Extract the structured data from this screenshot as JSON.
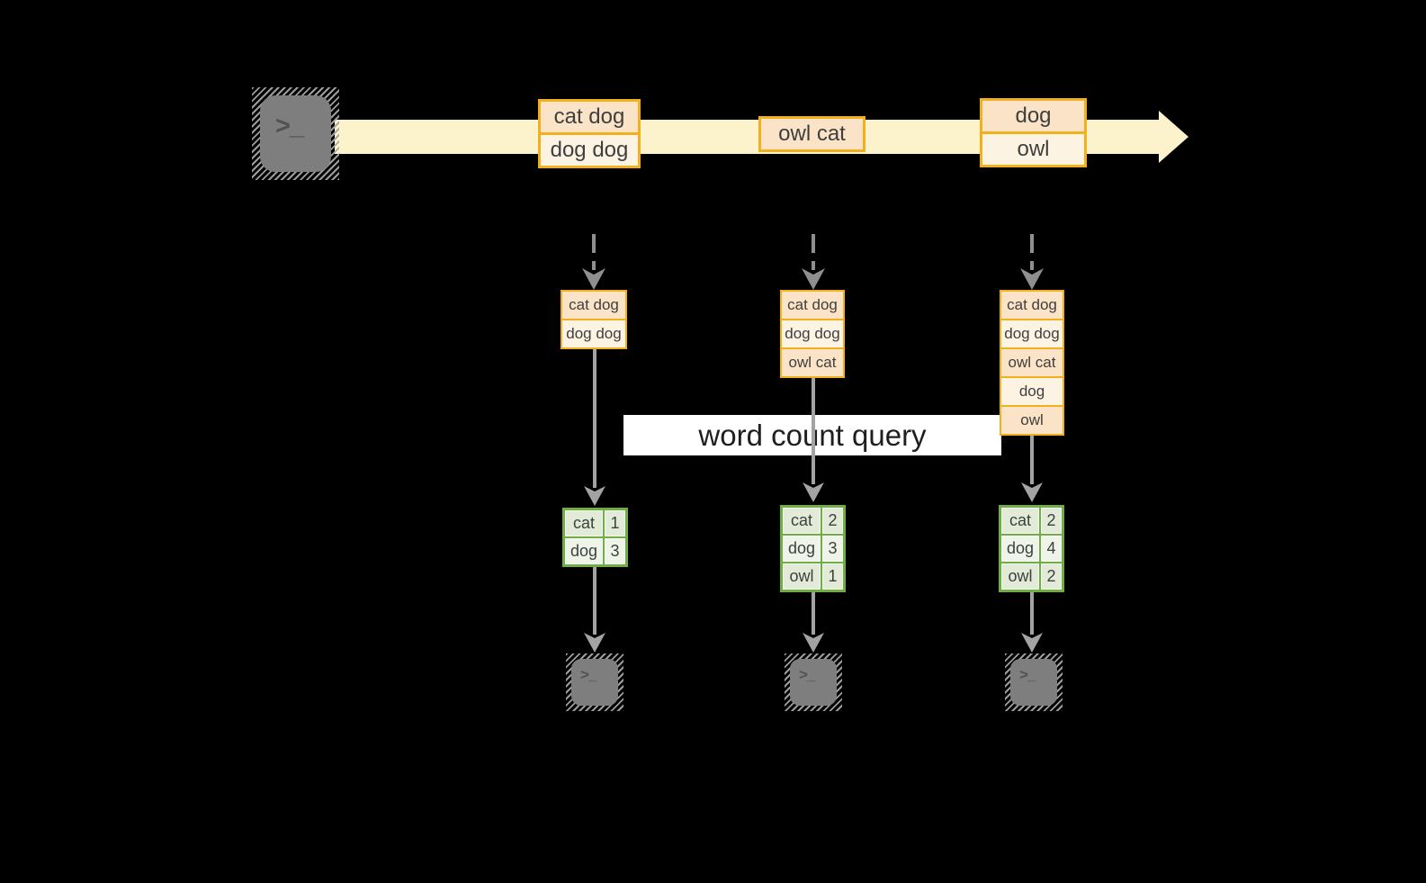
{
  "palette": {
    "background": "#000000",
    "stream_fill": "#fcf2cc",
    "event_border": "#f2b01c",
    "event_fill_dark": "#fae3c6",
    "event_fill_light": "#fdf3e3",
    "table_border": "#70ad47",
    "table_fill_dark": "#e2ebd7",
    "table_fill_light": "#eef4e8",
    "arrow_solid": "#a3a3a3",
    "arrow_dashed": "#8f8f8f",
    "terminal_gray": "#7e7e7e",
    "prompt_gray": "#525252",
    "text_dark": "#3f3f3f",
    "query_bg": "#ffffff",
    "query_text": "#1f1f1f"
  },
  "producer_terminal": {
    "prompt": ">_"
  },
  "stream_events": [
    {
      "cells": [
        "cat dog",
        "dog dog"
      ]
    },
    {
      "cells": [
        "owl cat"
      ]
    },
    {
      "cells": [
        "dog",
        "owl"
      ]
    }
  ],
  "query_label": "word count query",
  "columns": [
    {
      "buffer": [
        "cat dog",
        "dog dog"
      ],
      "counts": [
        {
          "word": "cat",
          "count": "1"
        },
        {
          "word": "dog",
          "count": "3"
        }
      ],
      "terminal_prompt": ">_"
    },
    {
      "buffer": [
        "cat dog",
        "dog dog",
        "owl cat"
      ],
      "counts": [
        {
          "word": "cat",
          "count": "2"
        },
        {
          "word": "dog",
          "count": "3"
        },
        {
          "word": "owl",
          "count": "1"
        }
      ],
      "terminal_prompt": ">_"
    },
    {
      "buffer": [
        "cat dog",
        "dog dog",
        "owl cat",
        "dog",
        "owl"
      ],
      "counts": [
        {
          "word": "cat",
          "count": "2"
        },
        {
          "word": "dog",
          "count": "4"
        },
        {
          "word": "owl",
          "count": "2"
        }
      ],
      "terminal_prompt": ">_"
    }
  ]
}
